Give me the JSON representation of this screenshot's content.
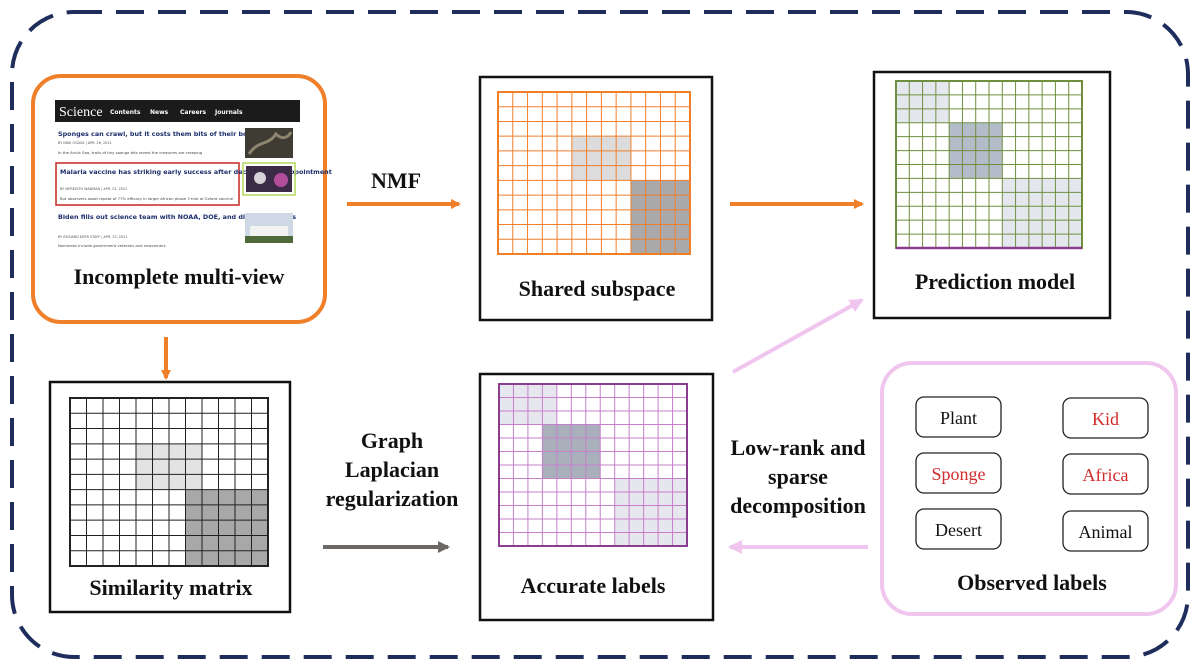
{
  "colors": {
    "frame": "#1f2d5c",
    "orange": "#f07f2a",
    "green": "#6f8f3e",
    "purple": "#8a3d8e",
    "pink": "#f0c6ef",
    "gray_arrow": "#6b6866",
    "red_text": "#d22b2b",
    "black_text": "#111111"
  },
  "nodes": {
    "incomplete": {
      "label": "Incomplete multi-view",
      "thumbnail": {
        "site": "Science",
        "menu": [
          "Contents",
          "News",
          "Careers",
          "Journals"
        ],
        "articles": [
          {
            "title": "Sponges can crawl, but it costs them bits of their bodies",
            "byline": "BY NIKK OGASA | APR. 26, 2021",
            "blurb": "In the Arctic Sea, trails of tiny sponge bits reveal the creatures are creeping"
          },
          {
            "title": "Malaria vaccine has striking early success after decades of disappointment",
            "byline": "BY MEREDITH WADMAN | APR. 23, 2021",
            "blurb": "But observers await repeat of 77% efficacy in larger African phase 3 trial of Oxford vaccine"
          },
          {
            "title": "Biden fills out science team with NOAA, DOE, and diplomacy picks",
            "byline": "BY RICHARD KERR STAFF | APR. 23, 2021",
            "blurb": "Nominees include government veterans and newcomers"
          }
        ]
      }
    },
    "shared": {
      "label": "Shared subspace"
    },
    "prediction": {
      "label": "Prediction model"
    },
    "similarity": {
      "label": "Similarity matrix"
    },
    "accurate": {
      "label": "Accurate labels"
    },
    "observed": {
      "label": "Observed labels",
      "tags": [
        {
          "text": "Plant",
          "color": "#111111"
        },
        {
          "text": "Kid",
          "color": "#d22b2b"
        },
        {
          "text": "Sponge",
          "color": "#d22b2b"
        },
        {
          "text": "Africa",
          "color": "#d22b2b"
        },
        {
          "text": "Desert",
          "color": "#111111"
        },
        {
          "text": "Animal",
          "color": "#111111"
        }
      ]
    }
  },
  "edges": {
    "nmf": {
      "label": "NMF"
    },
    "graph": {
      "lines": [
        "Graph",
        "Laplacian",
        "regularization"
      ]
    },
    "lowrank": {
      "lines": [
        "Low-rank and",
        "sparse",
        "decomposition"
      ]
    }
  }
}
